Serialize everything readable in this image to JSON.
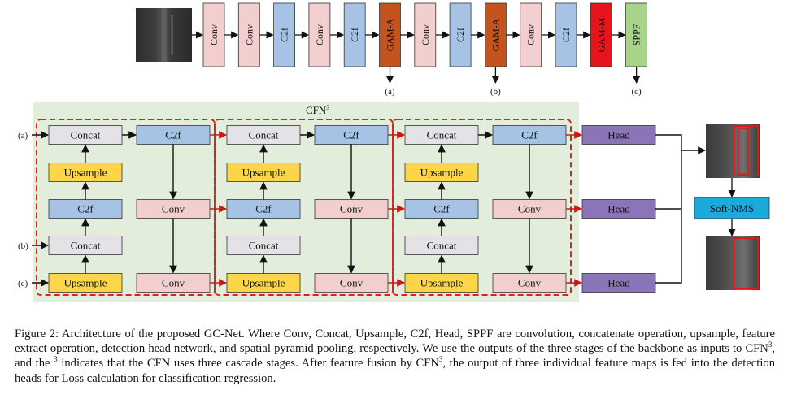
{
  "backbone": {
    "blocks": [
      "Conv",
      "Conv",
      "C2f",
      "Conv",
      "C2f",
      "GAM-A",
      "Conv",
      "C2f",
      "GAM-A",
      "Conv",
      "C2f",
      "GAM-M",
      "SPPF"
    ],
    "outputs": [
      "(a)",
      "(b)",
      "(c)"
    ]
  },
  "cfn": {
    "title": "CFN",
    "title_sup": "3",
    "input_labels": [
      "(a)",
      "(b)",
      "(c)"
    ],
    "stage_blocks": {
      "concat_top": "Concat",
      "c2f_top": "C2f",
      "upsample_top": "Upsample",
      "c2f_mid": "C2f",
      "conv_mid": "Conv",
      "concat_mid": "Concat",
      "upsample_bottom": "Upsample",
      "conv_bottom": "Conv"
    },
    "heads": [
      "Head",
      "Head",
      "Head"
    ],
    "soft_nms": "Soft-NMS"
  },
  "colors": {
    "conv": "#f2cece",
    "c2f": "#a6c3e6",
    "gam_a": "#c4531e",
    "gam_m": "#e8141c",
    "sppf": "#a8d48a",
    "concat": "#e4e2e6",
    "upsample": "#fcd548",
    "head": "#8c74b8",
    "soft_nms": "#1aaadc",
    "cfn_bg": "#e2eedb",
    "stage_dash": "#e02020"
  },
  "caption": {
    "p1": "Figure 2: Architecture of the proposed GC-Net. Where Conv, Concat, Upsample, C2f, Head, SPPF are convolution, concatenate operation, upsample, feature extract operation, detection head network, and spatial pyramid pooling, respectively. We use the outputs of the three stages of the backbone as inputs to CFN",
    "s1": "3",
    "p2": ", and the ",
    "s2": "3",
    "p3": " indicates that the CFN uses three cascade stages. After feature fusion by CFN",
    "s3": "3",
    "p4": ", the output of three individual feature maps is fed into the detection heads for Loss calculation for classification regression."
  }
}
